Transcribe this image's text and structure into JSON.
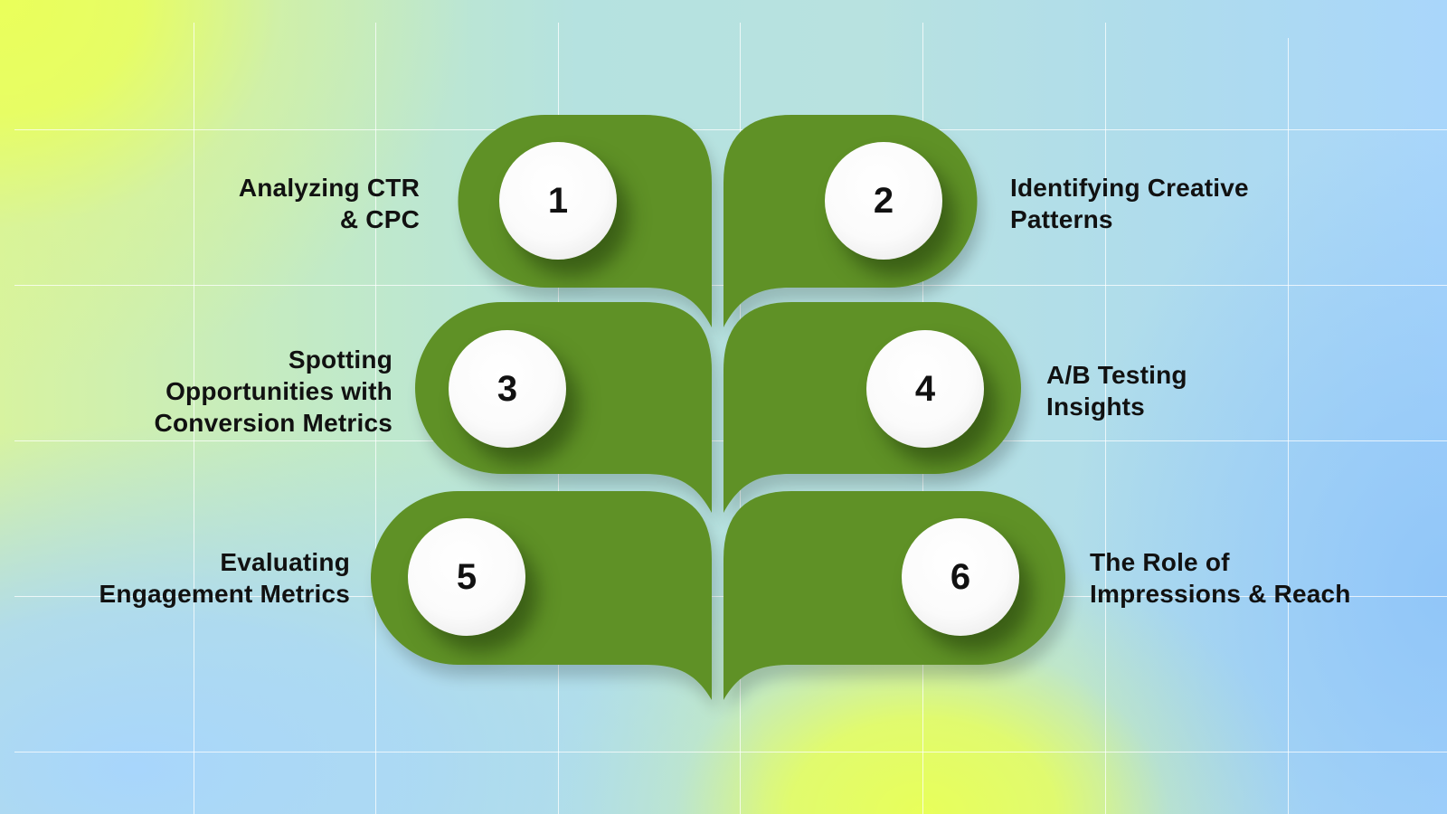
{
  "colors": {
    "leaf_green": "#5f9128",
    "badge_white": "#ffffff",
    "text": "#111111",
    "bg_yellow": "#eaff5a",
    "bg_blue": "#a9d6fb",
    "bg_teal": "#b6e2e0"
  },
  "steps": [
    {
      "number": "1",
      "side": "left",
      "lines": [
        "Analyzing CTR",
        "& CPC"
      ]
    },
    {
      "number": "2",
      "side": "right",
      "lines": [
        "Identifying Creative",
        "Patterns"
      ]
    },
    {
      "number": "3",
      "side": "left",
      "lines": [
        "Spotting",
        "Opportunities with",
        "Conversion Metrics"
      ]
    },
    {
      "number": "4",
      "side": "right",
      "lines": [
        "A/B Testing",
        "Insights"
      ]
    },
    {
      "number": "5",
      "side": "left",
      "lines": [
        "Evaluating",
        "Engagement Metrics"
      ]
    },
    {
      "number": "6",
      "side": "right",
      "lines": [
        "The Role of",
        "Impressions & Reach"
      ]
    }
  ]
}
